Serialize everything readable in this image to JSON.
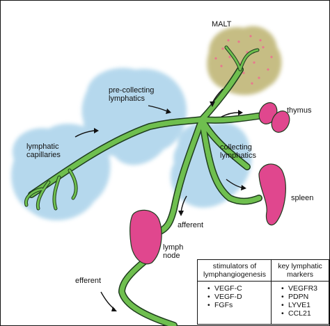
{
  "labels": {
    "malt": "MALT",
    "pre_collecting": "pre-collecting\nlymphatics",
    "capillaries": "lymphatic\ncapillaries",
    "thymus": "thymus",
    "collecting": "collecting\nlymphatics",
    "spleen": "spleen",
    "afferent": "afferent",
    "lymph_node": "lymph\nnode",
    "efferent": "efferent"
  },
  "stimulators": {
    "title": "stimulators of\nlymphangiogenesis",
    "items": [
      "VEGF-C",
      "VEGF-D",
      "FGFs"
    ]
  },
  "markers": {
    "title": "key lymphatic\nmarkers",
    "items": [
      "VEGFR3",
      "PDPN",
      "LYVE1",
      "CCL21"
    ]
  },
  "colors": {
    "vessel": "#6fbf4f",
    "vessel_outline": "#1e3d1e",
    "tissue": "#a9d2ea",
    "organ": "#e0478e",
    "malt": "#b3a85c",
    "malt_dots": "#e8788f"
  }
}
